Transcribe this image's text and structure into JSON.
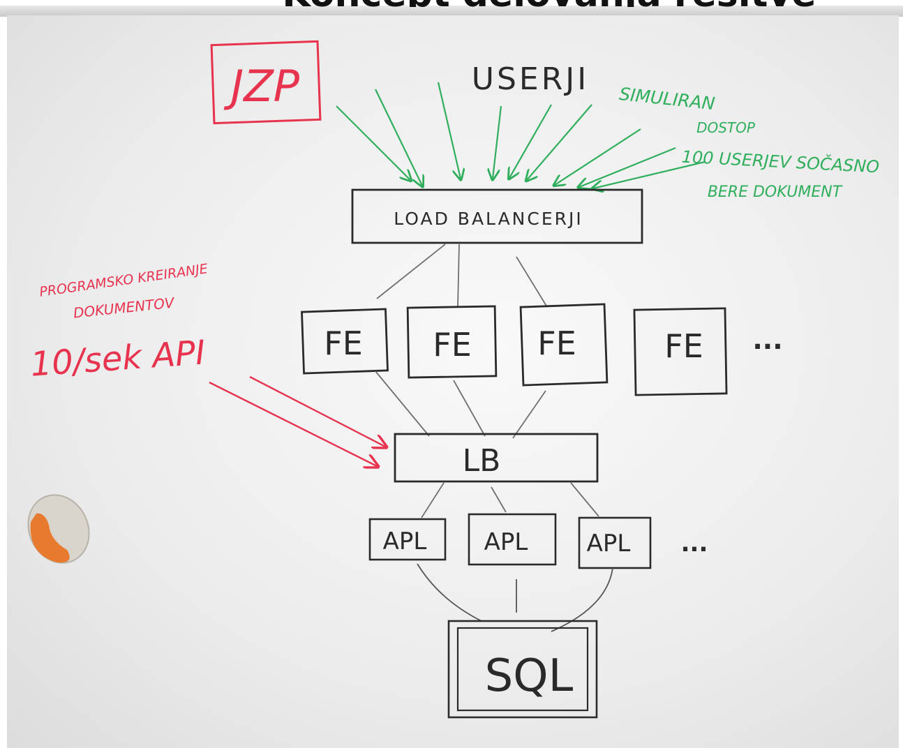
{
  "title": "Koncept delovanja rešitve",
  "labels": {
    "jzp": "JZP",
    "userji": "USERJI",
    "simulated_1": "SIMULIRAN",
    "simulated_2": "DOSTOP",
    "simulated_3": "100 USERJEV SOČASNO",
    "simulated_4": "BERE DOKUMENT",
    "load_balancer": "LOAD BALANCERJI",
    "programsko_1": "PROGRAMSKO KREIRANJE",
    "programsko_2": "DOKUMENTOV",
    "api_rate": "10/sek API",
    "fe": "FE",
    "fe_more": "...",
    "lb": "LB",
    "apl": "APL",
    "apl_more": "...",
    "sql": "SQL"
  },
  "colors": {
    "ink_black": "#2a2a2a",
    "ink_red": "#e8334f",
    "ink_green": "#2fae5c",
    "line_gray": "#6f6f6f",
    "eraser_orange": "#e87a2e"
  }
}
